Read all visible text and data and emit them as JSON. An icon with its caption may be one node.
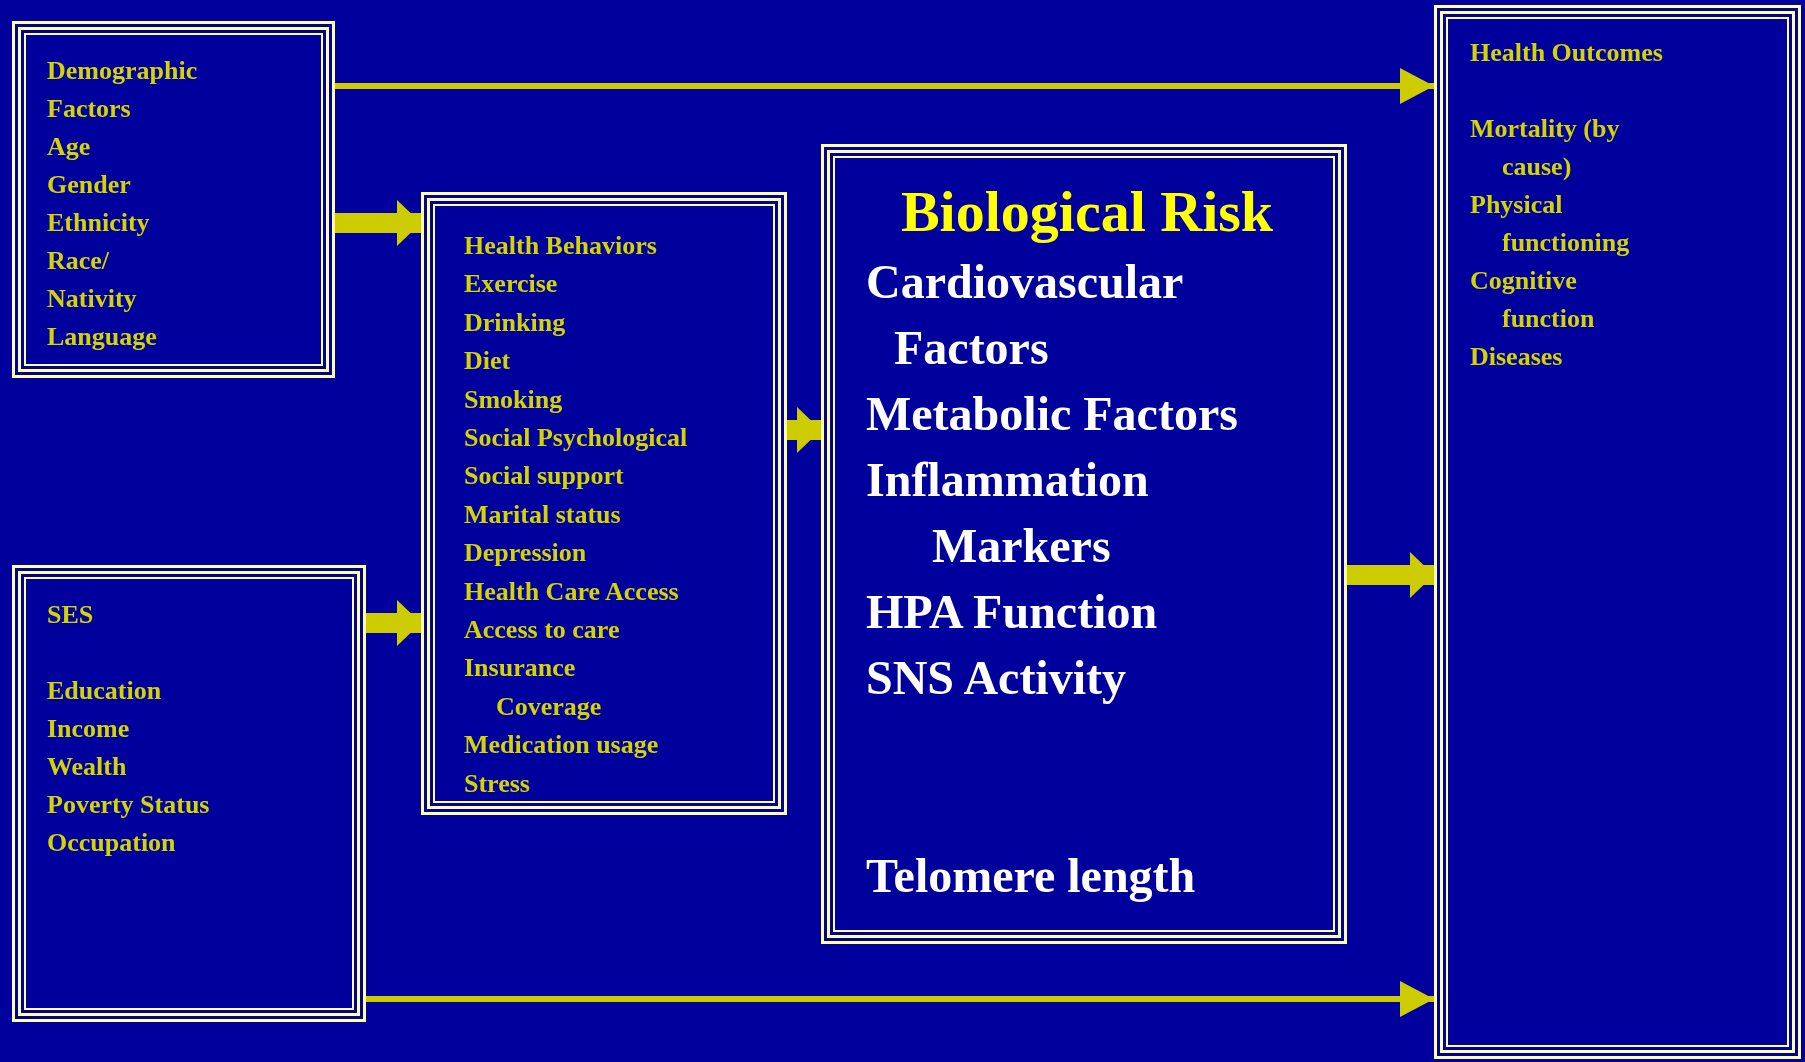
{
  "diagram": {
    "nodes": [
      {
        "text": [
          "Demographic Factors",
          "Age",
          "Gender",
          "Ethnicity",
          "Race/ Nativity",
          "Language"
        ]
      },
      {
        "text": [
          "SES",
          "Education",
          "Income",
          "Wealth",
          "Poverty Status",
          "Occupation"
        ]
      },
      {
        "text": [
          "Health Behaviors",
          "Exercise",
          "Drinking",
          "Diet",
          "Smoking",
          "Social Psychological",
          "Social support",
          "Marital status",
          "Depression",
          "Health Care Access",
          "Access to care",
          "Insurance Coverage",
          "Medication usage",
          "Stress"
        ]
      },
      {
        "text": [
          "Biological Risk",
          "Cardiovascular Factors",
          "Metabolic Factors",
          "Inflammation Markers",
          "HPA Function",
          "SNS Activity",
          "Telomere length"
        ]
      },
      {
        "text": [
          "Health Outcomes",
          "Mortality (by cause)",
          "Physical functioning",
          "Cognitive function",
          "Diseases"
        ]
      }
    ],
    "edges": [
      {
        "from": 0,
        "to": 4,
        "arrow": "to"
      },
      {
        "from": 0,
        "to": 2,
        "arrow": "to"
      },
      {
        "from": 1,
        "to": 2,
        "arrow": "to"
      },
      {
        "from": 2,
        "to": 3,
        "arrow": "to"
      },
      {
        "from": 3,
        "to": 4,
        "arrow": "to"
      },
      {
        "from": 1,
        "to": 4,
        "arrow": "to"
      }
    ]
  }
}
